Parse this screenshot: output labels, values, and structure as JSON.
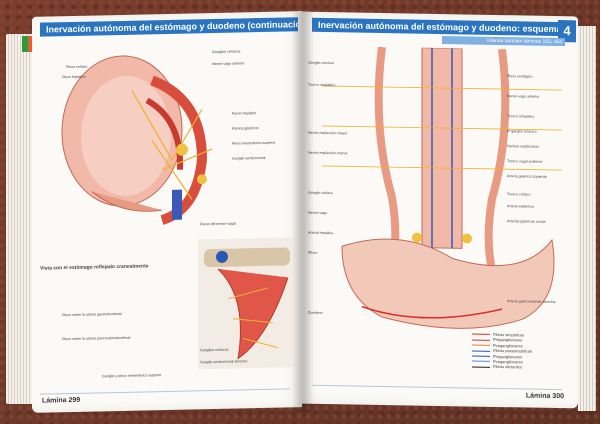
{
  "book": {
    "left_page": {
      "header": "Inervación autónoma del estómago y duodeno (continuación)",
      "page_number": "Lámina 299",
      "labels_upper": [
        "Plexo celíaco",
        "Plexo hepático",
        "Ganglios celíacos",
        "Nervio vago anterior",
        "Plexo mesentérico superior",
        "Ramo hepático",
        "Ganglio aorticorrenal",
        "Ramos gástricos"
      ],
      "labels_lower": [
        "Vista con el estómago reflejado cranealmente",
        "Plexo sobre la arteria gastroduodenal",
        "Plexo sobre la arteria pancreaticoduodenal",
        "Ganglio y plexo mesentérico superior"
      ],
      "labels_inset": [
        "Ramo del tronco vagal",
        "Ganglios celíacos",
        "Ganglio aorticorrenal derecho"
      ]
    },
    "right_page": {
      "header": "Inervación autónoma del estómago y duodeno: esquema",
      "chapter": "4",
      "subheader": "Véanse también láminas 163, 164",
      "page_number": "Lámina 300",
      "labels_left": [
        "Ganglio cervical",
        "Tronco simpático",
        "Nervio esplácnico mayor",
        "Nervio esplácnico menor",
        "Ganglio celíaco",
        "Nervio vago",
        "Arteria hepática",
        "Píloro",
        "Duodeno"
      ],
      "labels_right": [
        "Plexo esofágico",
        "Nervio vago anterior",
        "Tronco simpático",
        "6º ganglio torácico",
        "Nervios esplácnicos",
        "Tronco vagal posterior",
        "Arteria gástrica izquierda",
        "Tronco celíaco",
        "Arteria esplénica",
        "Arterias gástricas cortas",
        "Arteria gastroomental derecha"
      ],
      "legend": [
        {
          "label": "Fibras simpáticas",
          "color": "#d9322a"
        },
        {
          "label": "Preganglionares",
          "color": "#d9322a"
        },
        {
          "label": "Posganglionares",
          "color": "#e0813a"
        },
        {
          "label": "Fibras parasimpáticas",
          "color": "#2a56b5"
        },
        {
          "label": "Preganglionares",
          "color": "#2a56b5"
        },
        {
          "label": "Posganglionares",
          "color": "#5a8bd6"
        },
        {
          "label": "Fibras aferentes",
          "color": "#222222"
        }
      ]
    }
  },
  "colors": {
    "header": "#2b74c2",
    "tissue": "#e0574a",
    "nerve": "#f0b030",
    "vein": "#3b59b8"
  }
}
